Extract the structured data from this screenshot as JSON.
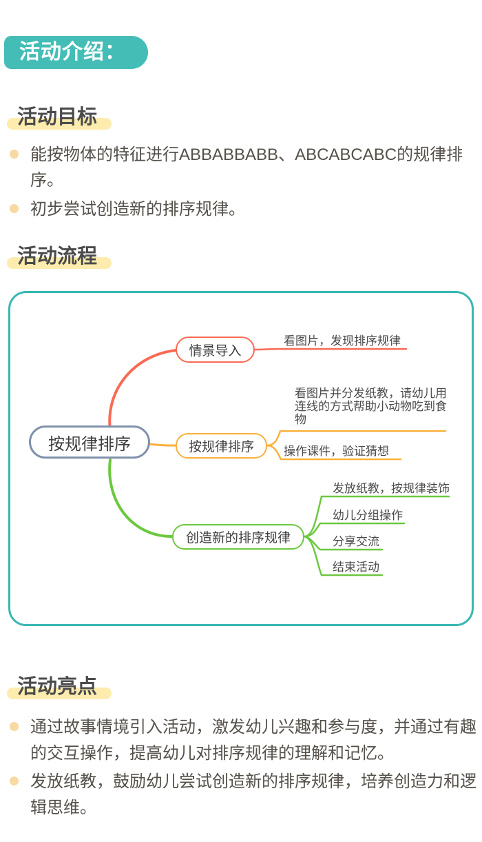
{
  "badge": "活动介绍：",
  "goals": {
    "title": "活动目标",
    "bullets": [
      "能按物体的特征进行ABBABBABB、ABCABCABC的规律排序。",
      "初步尝试创造新的排序规律。"
    ]
  },
  "process": {
    "title": "活动流程"
  },
  "mindmap": {
    "root": "按规律排序",
    "branches": [
      {
        "name": "情景导入",
        "color": "#f96a54",
        "items": [
          "看图片，发现排序规律"
        ]
      },
      {
        "name": "按规律排序",
        "color": "#fbb03b",
        "items": [
          "看图片并分发纸教，请幼儿用连线的方式帮助小动物吃到食物",
          "操作课件，验证猜想"
        ]
      },
      {
        "name": "创造新的排序规律",
        "color": "#6cc83f",
        "items": [
          "发放纸教，按规律装饰",
          "幼儿分组操作",
          "分享交流",
          "结束活动"
        ]
      }
    ]
  },
  "highlights": {
    "title": "活动亮点",
    "bullets": [
      "通过故事情境引入活动，激发幼儿兴趣和参与度，并通过有趣的交互操作，提高幼儿对排序规律的理解和记忆。",
      "发放纸教，鼓励幼儿尝试创造新的排序规律，培养创造力和逻辑思维。"
    ]
  },
  "colors": {
    "teal": "#45bdb7",
    "container_border": "#38b7b1",
    "section_highlight": "#fdecae",
    "bullet_dot": "#f8d9a2",
    "body_text": "#55504a",
    "title_text": "#4b4b4b",
    "branch_red": "#f96a54",
    "branch_yellow": "#fbb03b",
    "branch_green": "#6cc83f",
    "root_border": "#8091ac"
  }
}
